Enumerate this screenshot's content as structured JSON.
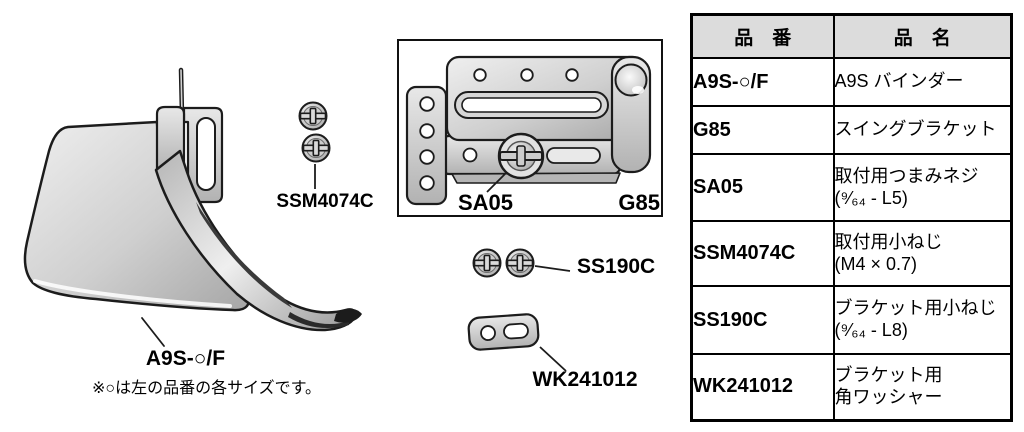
{
  "illustration": {
    "binder_label": "A9S-○/F",
    "binder_note": "※○は左の品番の各サイズです。",
    "top_screws_label": "SSM4074C",
    "thumb_screw_label": "SA05",
    "bracket_label": "G85",
    "mid_screws_label": "SS190C",
    "washer_label": "WK241012"
  },
  "table": {
    "headers": [
      "品　番",
      "品　名"
    ],
    "rows": [
      {
        "part_no": "A9S-○/F",
        "part_name": "A9S バインダー"
      },
      {
        "part_no": "G85",
        "part_name": "スイングブラケット"
      },
      {
        "part_no": "SA05",
        "part_name": "取付用つまみネジ\n(⁹⁄₆₄ - L5)"
      },
      {
        "part_no": "SSM4074C",
        "part_name": "取付用小ねじ\n(M4 × 0.7)"
      },
      {
        "part_no": "SS190C",
        "part_name": "ブラケット用小ねじ\n(⁹⁄₆₄ - L8)"
      },
      {
        "part_no": "WK241012",
        "part_name": "ブラケット用\n角ワッシャー"
      }
    ]
  },
  "colors": {
    "table_header_bg": "#dcdcdc",
    "outline": "#1a1a1a",
    "metal_light": "#ececec",
    "metal_dark": "#a6a6a6",
    "background": "#ffffff"
  }
}
